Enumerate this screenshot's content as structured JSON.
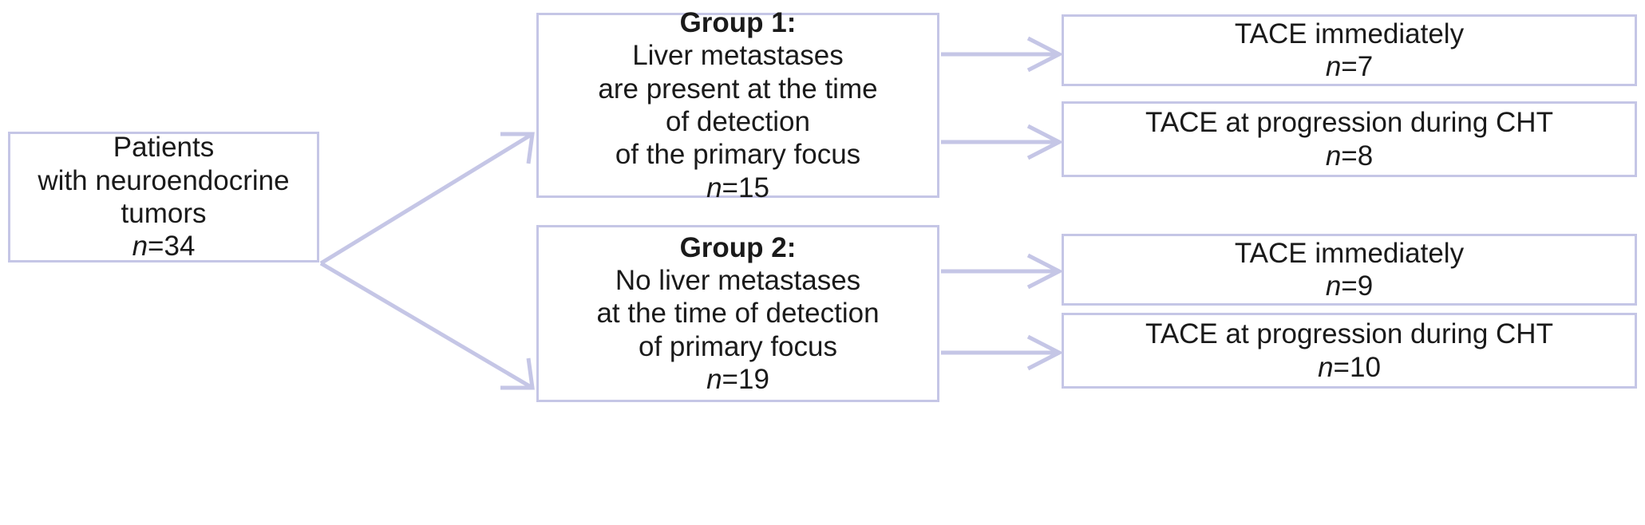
{
  "diagram": {
    "type": "flowchart",
    "title": "Patient allocation flowchart",
    "colors": {
      "box_border": "#c5c6e6",
      "box_fill": "#ffffff",
      "arrow": "#c5c6e6",
      "text": "#1a1a1a"
    },
    "nodes": {
      "root": {
        "lines": [
          "Patients",
          "with neuroendocrine",
          "tumors"
        ],
        "n_label": "n",
        "n_value": "=34"
      },
      "group1": {
        "heading": "Group 1:",
        "lines": [
          "Liver metastases",
          "are present at the time",
          "of detection",
          "of the primary focus"
        ],
        "n_label": "n",
        "n_value": "=15"
      },
      "group2": {
        "heading": "Group 2:",
        "lines": [
          "No liver metastases",
          "at the time of detection",
          "of primary focus"
        ],
        "n_label": "n",
        "n_value": "=19"
      },
      "out1": {
        "lines": [
          "TACE immediately"
        ],
        "n_label": "n",
        "n_value": "=7"
      },
      "out2": {
        "lines": [
          "TACE at progression during CHT"
        ],
        "n_label": "n",
        "n_value": "=8"
      },
      "out3": {
        "lines": [
          "TACE immediately"
        ],
        "n_label": "n",
        "n_value": "=9"
      },
      "out4": {
        "lines": [
          "TACE at progression during CHT"
        ],
        "n_label": "n",
        "n_value": "=10"
      }
    },
    "edges": [
      {
        "from": "root",
        "to": "group1"
      },
      {
        "from": "root",
        "to": "group2"
      },
      {
        "from": "group1",
        "to": "out1"
      },
      {
        "from": "group1",
        "to": "out2"
      },
      {
        "from": "group2",
        "to": "out3"
      },
      {
        "from": "group2",
        "to": "out4"
      }
    ]
  }
}
